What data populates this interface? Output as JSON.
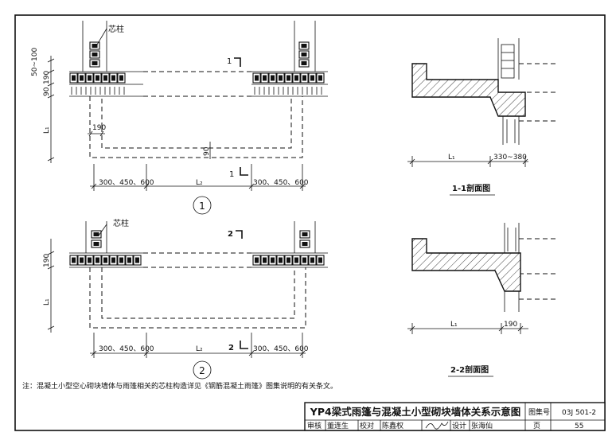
{
  "plan1": {
    "core_label": "芯柱",
    "dim_left_top": "50~100",
    "dim_left_190": "190",
    "dim_left_90": "90",
    "dim_left_L1": "L₁",
    "dim_190": "190",
    "dim_90": "90",
    "section_mark_top": "1",
    "section_mark_bottom": "1",
    "dim_bottom_left": "300、450、600",
    "dim_bottom_mid": "L₂",
    "dim_bottom_right": "300、450、600",
    "number": "1"
  },
  "plan2": {
    "core_label": "芯柱",
    "dim_left_190": "190",
    "dim_left_L1": "L₁",
    "section_mark_top": "2",
    "section_mark_bottom": "2",
    "dim_bottom_left": "300、450、600",
    "dim_bottom_mid": "L₂",
    "dim_bottom_right": "300、450、600",
    "number": "2"
  },
  "section1": {
    "dim_L1": "L₁",
    "dim_right": "330~380",
    "caption": "1-1剖面图"
  },
  "section2": {
    "dim_L1": "L₁",
    "dim_right": "190",
    "caption": "2-2剖面图"
  },
  "note": "注：混凝土小型空心砌块墙体与雨篷相关的芯柱构造详见《钢筋混凝土雨篷》图集说明的有关条文。",
  "title_block": {
    "title": "YP4梁式雨篷与混凝土小型砌块墙体关系示意图",
    "atlas_label": "图集号",
    "atlas_no": "03J 501-2",
    "review_label": "审核",
    "review_name": "董连生",
    "check_label": "校对",
    "check_name": "陈鑫权",
    "design_label": "设计",
    "design_name": "张海仙",
    "page_label": "页",
    "page_no": "55"
  }
}
